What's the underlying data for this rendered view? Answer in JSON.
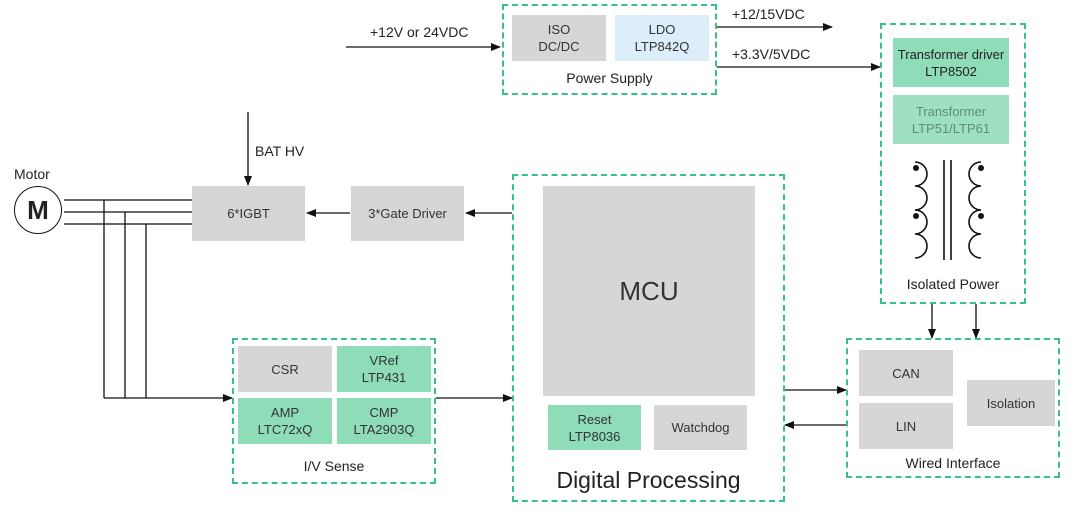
{
  "inputs": {
    "supply_in": "+12V or 24VDC",
    "out_hv": "+12/15VDC",
    "out_lv": "+3.3V/5VDC",
    "bat_hv": "BAT HV"
  },
  "power_supply": {
    "caption": "Power Supply",
    "iso": "ISO\nDC/DC",
    "ldo": "LDO\nLTP842Q"
  },
  "motor": {
    "label": "Motor",
    "symbol": "M"
  },
  "igbt": "6*IGBT",
  "gate_driver": "3*Gate Driver",
  "isolated_power": {
    "caption": "Isolated Power",
    "driver": "Transformer driver\nLTP8502",
    "transformer": "Transformer\nLTP51/LTP61"
  },
  "iv_sense": {
    "caption": "I/V Sense",
    "csr": "CSR",
    "vref": "VRef\nLTP431",
    "amp": "AMP\nLTC72xQ",
    "cmp": "CMP\nLTA2903Q"
  },
  "digital": {
    "caption": "Digital Processing",
    "mcu": "MCU",
    "reset": "Reset\nLTP8036",
    "watchdog": "Watchdog"
  },
  "wired": {
    "caption": "Wired Interface",
    "can": "CAN",
    "lin": "LIN",
    "isolation": "Isolation"
  },
  "colors": {
    "dash_border": "#35c28a",
    "gray_block": "#d6d6d6",
    "green_block": "#8edcb8",
    "blue_block": "#dbeefa"
  }
}
